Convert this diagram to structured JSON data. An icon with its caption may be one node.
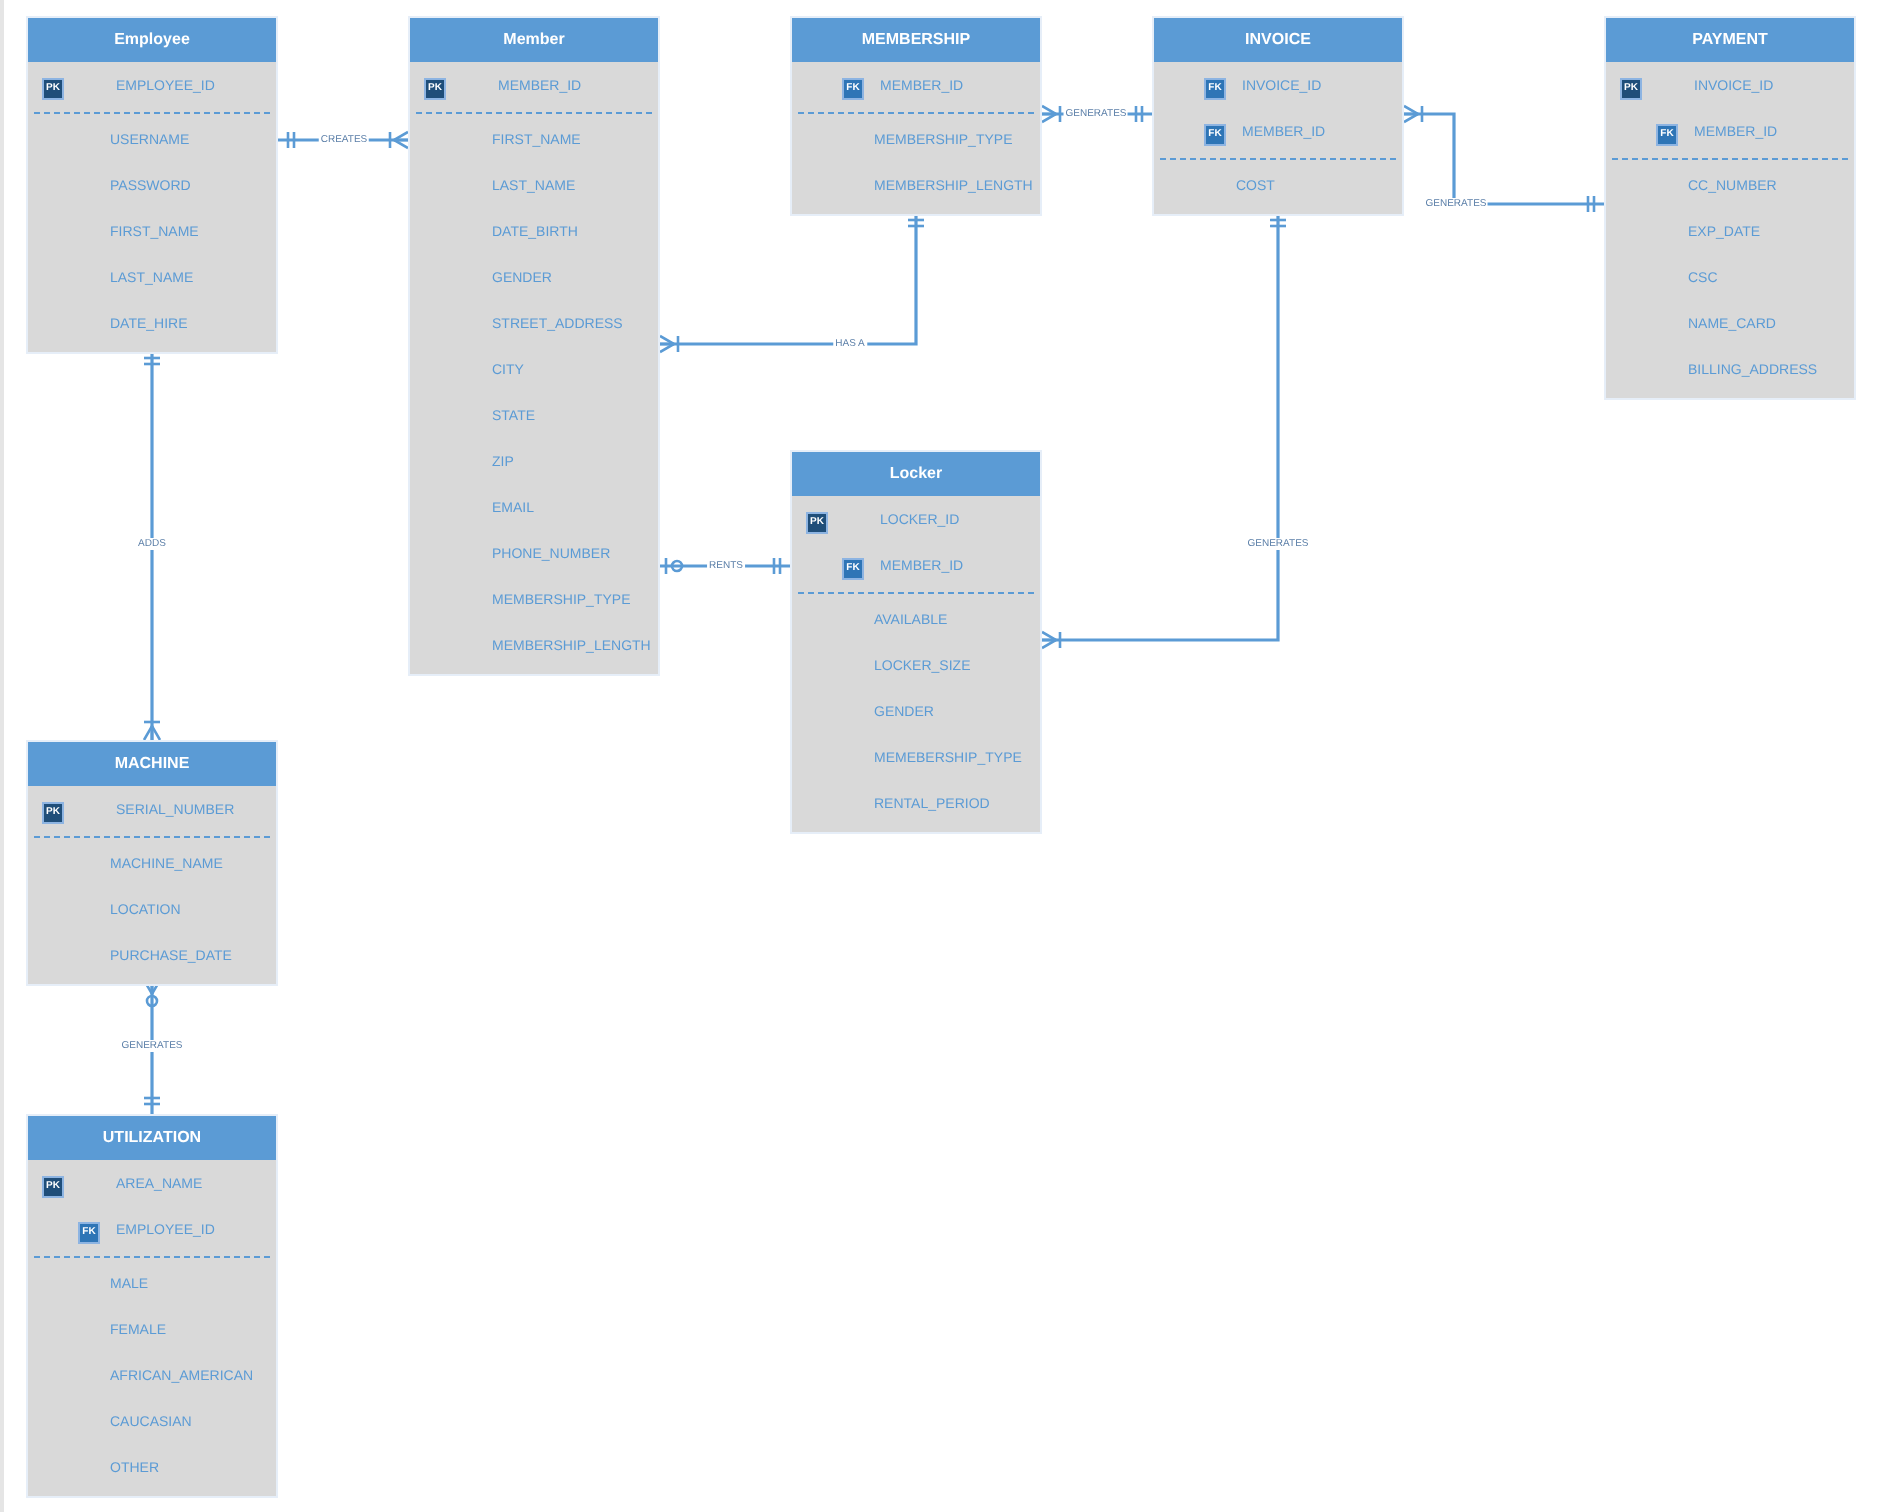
{
  "diagram": {
    "nodes": [
      {
        "text": [
          "Employee",
          "EMPLOYEE_ID",
          "USERNAME",
          "PASSWORD",
          "FIRST_NAME",
          "LAST_NAME",
          "DATE_HIRE"
        ]
      },
      {
        "text": [
          "PK"
        ],
        "in": 0
      },
      {
        "text": [
          "Member",
          "MEMBER_ID",
          "FIRST_NAME",
          "LAST_NAME",
          "DATE_BIRTH",
          "GENDER",
          "STREET_ADDRESS",
          "CITY",
          "STATE",
          "ZIP",
          "EMAIL",
          "PHONE_NUMBER",
          "MEMBERSHIP_TYPE",
          "MEMBERSHIP_LENGTH"
        ]
      },
      {
        "text": [
          "PK"
        ],
        "in": 2
      },
      {
        "text": [
          "MEMBERSHIP",
          "MEMBER_ID",
          "MEMBERSHIP_TYPE",
          "MEMBERSHIP_LENGTH"
        ]
      },
      {
        "text": [
          "FK"
        ],
        "in": 4
      },
      {
        "text": [
          "INVOICE",
          "INVOICE_ID",
          "MEMBER_ID",
          "COST"
        ]
      },
      {
        "text": [
          "FK"
        ],
        "in": 6
      },
      {
        "text": [
          "FK"
        ],
        "in": 6
      },
      {
        "text": [
          "PAYMENT",
          "INVOICE_ID",
          "MEMBER_ID",
          "CC_NUMBER",
          "EXP_DATE",
          "CSC",
          "NAME_CARD",
          "BILLING_ADDRESS"
        ]
      },
      {
        "text": [
          "PK"
        ],
        "in": 9
      },
      {
        "text": [
          "FK"
        ],
        "in": 9
      },
      {
        "text": [
          "Locker",
          "LOCKER_ID",
          "MEMBER_ID",
          "AVAILABLE",
          "LOCKER_SIZE",
          "GENDER",
          "MEMEBERSHIP_TYPE",
          "RENTAL_PERIOD"
        ]
      },
      {
        "text": [
          "PK"
        ],
        "in": 12
      },
      {
        "text": [
          "FK"
        ],
        "in": 12
      },
      {
        "text": [
          "MACHINE",
          "SERIAL_NUMBER",
          "MACHINE_NAME",
          "LOCATION",
          "PURCHASE_DATE"
        ]
      },
      {
        "text": [
          "PK"
        ],
        "in": 15
      },
      {
        "text": [
          "UTILIZATION",
          "AREA_NAME",
          "EMPLOYEE_ID",
          "MALE",
          "FEMALE",
          "AFRICAN_AMERICAN",
          "CAUCASIAN",
          "OTHER"
        ]
      },
      {
        "text": [
          "PK"
        ],
        "in": 17
      },
      {
        "text": [
          "FK"
        ],
        "in": 17
      }
    ],
    "edges": [
      {
        "from": 0,
        "to": 2,
        "arrow": "other",
        "label": "CREATES"
      },
      {
        "from": 0,
        "to": 15,
        "arrow": "other",
        "label": "ADDS"
      },
      {
        "from": 4,
        "to": 2,
        "arrow": "other",
        "label": "HAS A"
      },
      {
        "from": 6,
        "to": 4,
        "arrow": "other",
        "label": "GENERATES"
      },
      {
        "from": 9,
        "to": 6,
        "arrow": "other",
        "label": "GENERATES"
      },
      {
        "from": 2,
        "to": 12,
        "arrow": "other",
        "label": "RENTS"
      },
      {
        "from": 6,
        "to": 12,
        "arrow": "other",
        "label": "GENERATES"
      },
      {
        "from": 15,
        "to": 17,
        "arrow": "other",
        "label": "GENERATES"
      }
    ]
  }
}
